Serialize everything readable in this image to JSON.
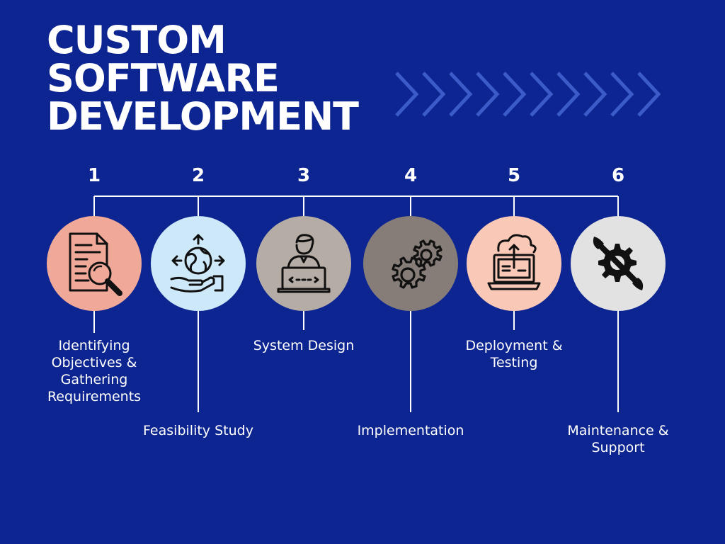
{
  "title": {
    "line1": "CUSTOM",
    "line2": "SOFTWARE",
    "line3": "DEVELOPMENT"
  },
  "colors": {
    "background": "#0d2591",
    "line": "#ffffff",
    "chevron": "#3b5bc9"
  },
  "steps": [
    {
      "number": "1",
      "label": "Identifying\nObjectives &\nGathering\nRequirements",
      "icon": "document-search-icon",
      "color": "#f0a898"
    },
    {
      "number": "2",
      "label": "Feasibility Study",
      "icon": "globe-hand-icon",
      "color": "#cde8f9"
    },
    {
      "number": "3",
      "label": "System Design",
      "icon": "developer-laptop-icon",
      "color": "#b5aca5"
    },
    {
      "number": "4",
      "label": "Implementation",
      "icon": "gears-icon",
      "color": "#867c78"
    },
    {
      "number": "5",
      "label": "Deployment &\nTesting",
      "icon": "cloud-laptop-upload-icon",
      "color": "#f9c8b7"
    },
    {
      "number": "6",
      "label": "Maintenance &\nSupport",
      "icon": "wrench-gear-icon",
      "color": "#e2e2e2"
    }
  ]
}
